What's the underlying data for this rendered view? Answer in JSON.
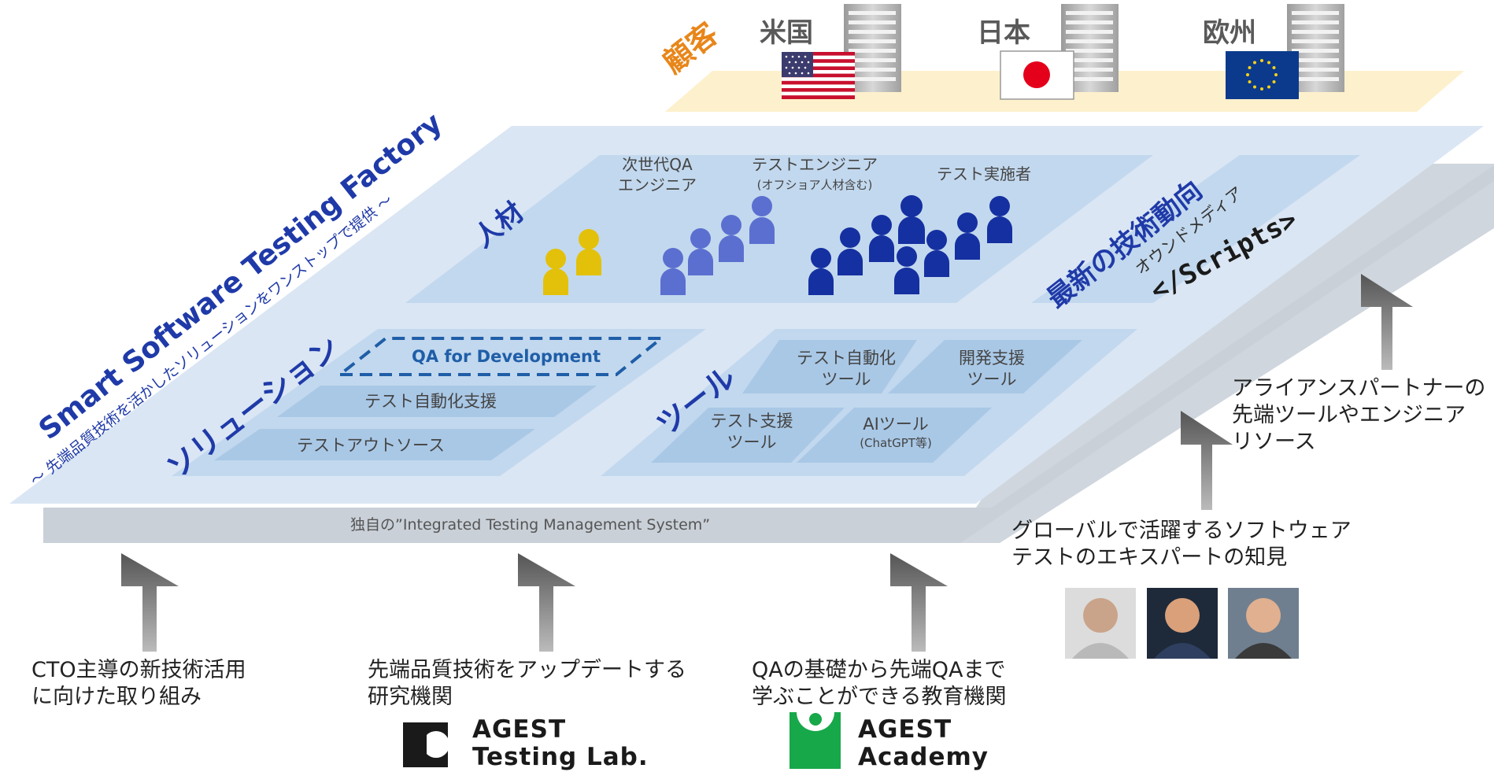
{
  "customers": {
    "label": "顧客",
    "regions": [
      {
        "name": "米国",
        "flag": "us"
      },
      {
        "name": "日本",
        "flag": "jp"
      },
      {
        "name": "欧州",
        "flag": "eu"
      }
    ]
  },
  "factory": {
    "title": "Smart Software Testing Factory",
    "subtitle": "～ 先端品質技術を活かしたソリューションをワンストップで提供 ～"
  },
  "talent": {
    "label": "人材",
    "groups": [
      {
        "line1": "次世代QA",
        "line2": "エンジニア"
      },
      {
        "line1": "テストエンジニア",
        "line2": "(オフショア人材含む)"
      },
      {
        "line1": "テスト実施者",
        "line2": ""
      }
    ]
  },
  "trends": {
    "label": "最新の技術動向",
    "media": "オウンドメディア",
    "scripts": "</Scripts>"
  },
  "solutions": {
    "label": "ソリューション",
    "items": [
      "QA for Development",
      "テスト自動化支援",
      "テストアウトソース"
    ]
  },
  "tools": {
    "label": "ツール",
    "items": [
      {
        "line1": "テスト自動化",
        "line2": "ツール"
      },
      {
        "line1": "開発支援",
        "line2": "ツール"
      },
      {
        "line1": "テスト支援",
        "line2": "ツール"
      },
      {
        "line1": "AIツール",
        "line2": "(ChatGPT等)"
      }
    ]
  },
  "base": {
    "label": "独自の”Integrated Testing Management System”"
  },
  "inputs": {
    "cto": {
      "line1": "CTO主導の新技術活用",
      "line2": "に向けた取り組み"
    },
    "lab": {
      "line1": "先端品質技術をアップデートする",
      "line2": "研究機関",
      "logo_line1": "AGEST",
      "logo_line2": "Testing Lab."
    },
    "academy": {
      "line1": "QAの基礎から先端QAまで",
      "line2": "学ぶことができる教育機関",
      "logo_line1": "AGEST",
      "logo_line2": "Academy"
    },
    "experts": {
      "line1": "グローバルで活躍するソフトウェア",
      "line2": "テストのエキスパートの知見"
    },
    "alliance": {
      "line1": "アライアンスパートナーの",
      "line2": "先端ツールやエンジニア",
      "line3": "リソース"
    }
  },
  "colors": {
    "accent_blue": "#1f3aa8",
    "orange": "#e8861a",
    "yellow_person": "#e3c10a",
    "mid_person": "#5b6fd0",
    "dark_person": "#1530a0"
  }
}
